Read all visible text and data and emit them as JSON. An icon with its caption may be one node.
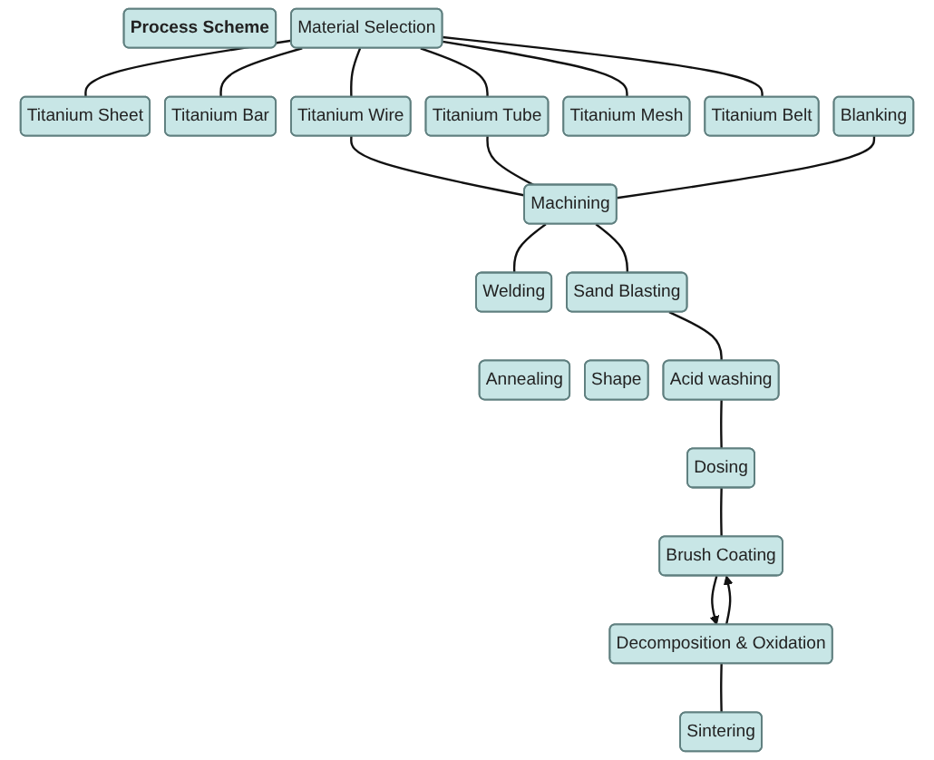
{
  "diagram": {
    "nodes": [
      {
        "text": [
          "Process Scheme"
        ]
      },
      {
        "text": [
          "Material Selection"
        ]
      },
      {
        "text": [
          "Titanium Sheet"
        ]
      },
      {
        "text": [
          "Titanium Bar"
        ]
      },
      {
        "text": [
          "Titanium Wire"
        ]
      },
      {
        "text": [
          "Titanium Tube"
        ]
      },
      {
        "text": [
          "Titanium Mesh"
        ]
      },
      {
        "text": [
          "Titanium Belt"
        ]
      },
      {
        "text": [
          "Blanking"
        ]
      },
      {
        "text": [
          "Machining"
        ]
      },
      {
        "text": [
          "Welding"
        ]
      },
      {
        "text": [
          "Sand Blasting"
        ]
      },
      {
        "text": [
          "Annealing"
        ]
      },
      {
        "text": [
          "Shape"
        ]
      },
      {
        "text": [
          "Acid washing"
        ]
      },
      {
        "text": [
          "Dosing"
        ]
      },
      {
        "text": [
          "Brush Coating"
        ]
      },
      {
        "text": [
          "Decomposition & Oxidation"
        ]
      },
      {
        "text": [
          "Sintering"
        ]
      }
    ],
    "edges": [
      {
        "from": 1,
        "to": 2,
        "arrow": "none"
      },
      {
        "from": 1,
        "to": 3,
        "arrow": "none"
      },
      {
        "from": 1,
        "to": 4,
        "arrow": "none"
      },
      {
        "from": 1,
        "to": 5,
        "arrow": "none"
      },
      {
        "from": 1,
        "to": 6,
        "arrow": "none"
      },
      {
        "from": 1,
        "to": 7,
        "arrow": "none"
      },
      {
        "from": 4,
        "to": 9,
        "arrow": "none"
      },
      {
        "from": 5,
        "to": 9,
        "arrow": "none"
      },
      {
        "from": 8,
        "to": 9,
        "arrow": "none"
      },
      {
        "from": 9,
        "to": 10,
        "arrow": "none"
      },
      {
        "from": 9,
        "to": 11,
        "arrow": "none"
      },
      {
        "from": 11,
        "to": 14,
        "arrow": "none"
      },
      {
        "from": 14,
        "to": 15,
        "arrow": "none"
      },
      {
        "from": 15,
        "to": 16,
        "arrow": "none"
      },
      {
        "from": 17,
        "to": 16,
        "arrow": "to"
      },
      {
        "from": 16,
        "to": 17,
        "arrow": "to"
      },
      {
        "from": 17,
        "to": 18,
        "arrow": "none"
      }
    ]
  }
}
